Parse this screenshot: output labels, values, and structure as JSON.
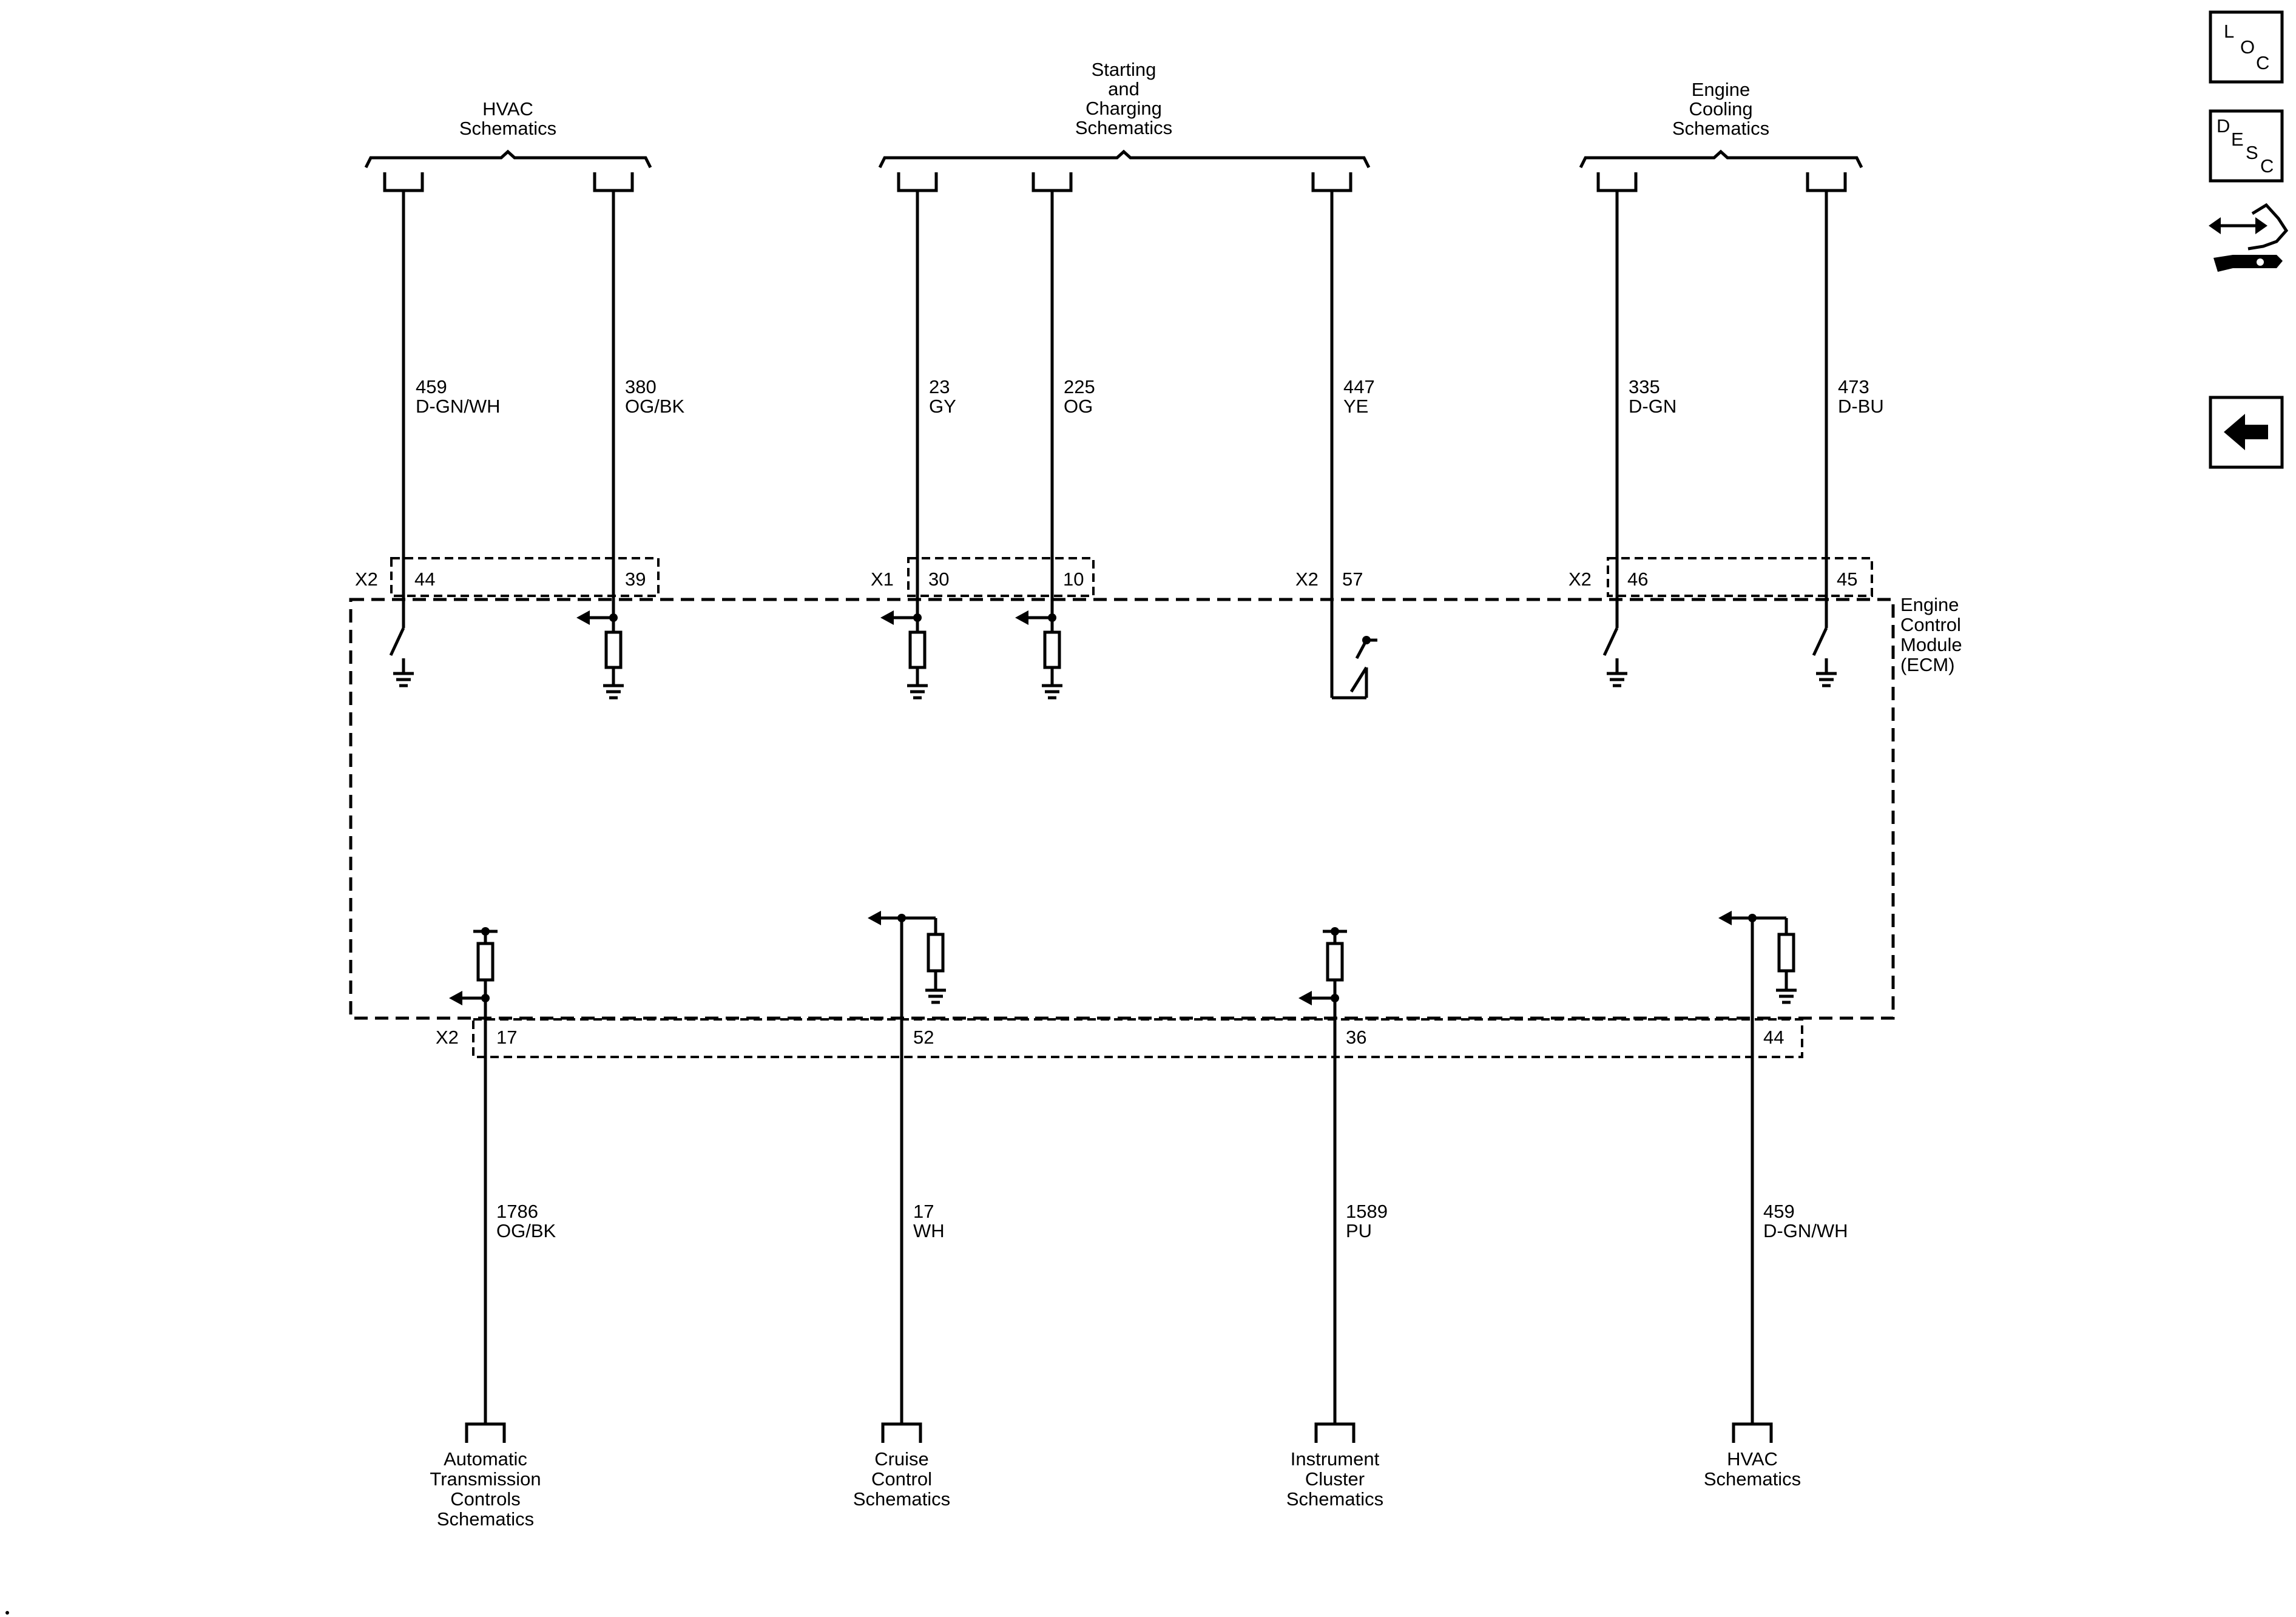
{
  "colors": {
    "ink": "#000000",
    "background": "#ffffff"
  },
  "top_groups": [
    {
      "lines": [
        "HVAC",
        "Schematics"
      ]
    },
    {
      "lines": [
        "Starting",
        "and",
        "Charging",
        "Schematics"
      ]
    },
    {
      "lines": [
        "Engine",
        "Cooling",
        "Schematics"
      ]
    }
  ],
  "top_wires": [
    {
      "circuit": "459",
      "color": "D-GN/WH",
      "pin": "44"
    },
    {
      "circuit": "380",
      "color": "OG/BK",
      "pin": "39"
    },
    {
      "circuit": "23",
      "color": "GY",
      "pin": "30"
    },
    {
      "circuit": "225",
      "color": "OG",
      "pin": "10"
    },
    {
      "circuit": "447",
      "color": "YE",
      "pin": "57"
    },
    {
      "circuit": "335",
      "color": "D-GN",
      "pin": "46"
    },
    {
      "circuit": "473",
      "color": "D-BU",
      "pin": "45"
    }
  ],
  "top_connectors": [
    "X2",
    "X1",
    "X2",
    "X2"
  ],
  "module": {
    "lines": [
      "Engine",
      "Control",
      "Module",
      "(ECM)"
    ]
  },
  "bottom_connector": "X2",
  "bottom_wires": [
    {
      "circuit": "1786",
      "color": "OG/BK",
      "pin": "17",
      "dest": [
        "Automatic",
        "Transmission",
        "Controls",
        "Schematics"
      ]
    },
    {
      "circuit": "17",
      "color": "WH",
      "pin": "52",
      "dest": [
        "Cruise",
        "Control",
        "Schematics"
      ]
    },
    {
      "circuit": "1589",
      "color": "PU",
      "pin": "36",
      "dest": [
        "Instrument",
        "Cluster",
        "Schematics"
      ]
    },
    {
      "circuit": "459",
      "color": "D-GN/WH",
      "pin": "44",
      "dest": [
        "HVAC",
        "Schematics"
      ]
    }
  ],
  "side_icons": [
    {
      "icon": "loc-icon",
      "letters": [
        "L",
        "O",
        "C"
      ]
    },
    {
      "icon": "desc-icon",
      "letters": [
        "D",
        "E",
        "S",
        "C"
      ]
    },
    {
      "icon": "connector-repair-icon"
    },
    {
      "icon": "back-arrow-icon"
    }
  ]
}
